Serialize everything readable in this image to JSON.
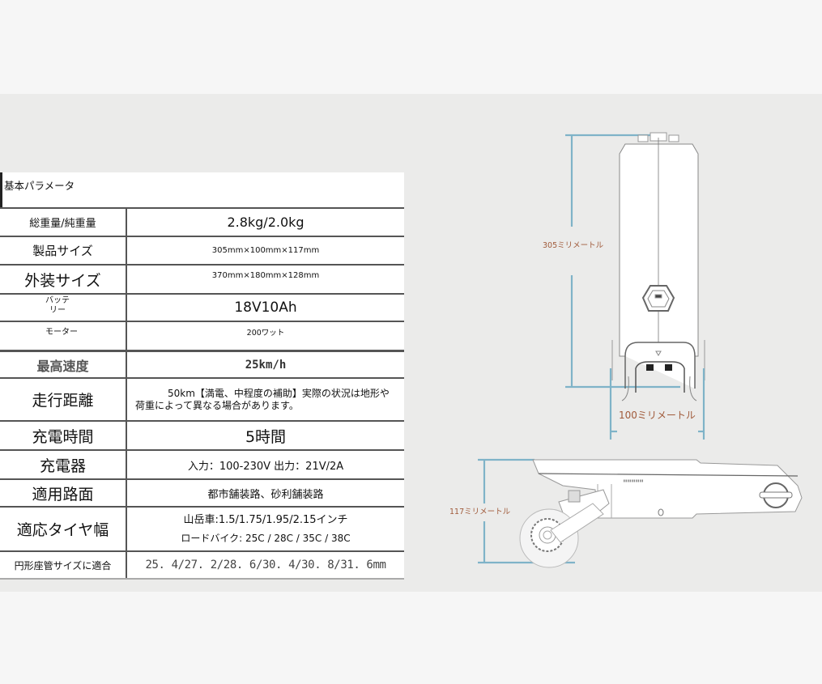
{
  "spec_table": {
    "title": "基本パラメータ",
    "rows": [
      {
        "label": "総重量/純重量",
        "value": "2.8kg/2.0kg"
      },
      {
        "label": "製品サイズ",
        "value": "305mm×100mm×117mm"
      },
      {
        "label": "外装サイズ",
        "value": "370mm×180mm×128mm"
      },
      {
        "label": "バッテリー",
        "value": "18V10Ah"
      },
      {
        "label": "モーター",
        "value": "200ワット"
      },
      {
        "label": "最高速度",
        "value": "25km/h"
      },
      {
        "label": "走行距離",
        "value": "50km【満電、中程度の補助】実際の状況は地形や荷重によって異なる場合があります。"
      },
      {
        "label": "充電時間",
        "value": "5時間"
      },
      {
        "label": "充電器",
        "value": "入力：100-230V 出力：21V/2A"
      },
      {
        "label": "適用路面",
        "value": "都市舗装路、砂利舗装路"
      },
      {
        "label": "適応タイヤ幅",
        "value_line1": "山岳車:1.5/1.75/1.95/2.15インチ",
        "value_line2": "ロードバイク: 25C / 28C / 35C / 38C"
      },
      {
        "label": "円形座管サイズに適合",
        "value": "25. 4/27. 2/28. 6/30. 4/30. 8/31. 6mm"
      }
    ]
  },
  "diagram": {
    "dimension_height": "305ミリメートル",
    "dimension_width": "100ミリメートル",
    "dimension_depth": "117ミリメートル",
    "dimension_line_color": "#7fb3c8",
    "label_color": "#a05a3a"
  }
}
